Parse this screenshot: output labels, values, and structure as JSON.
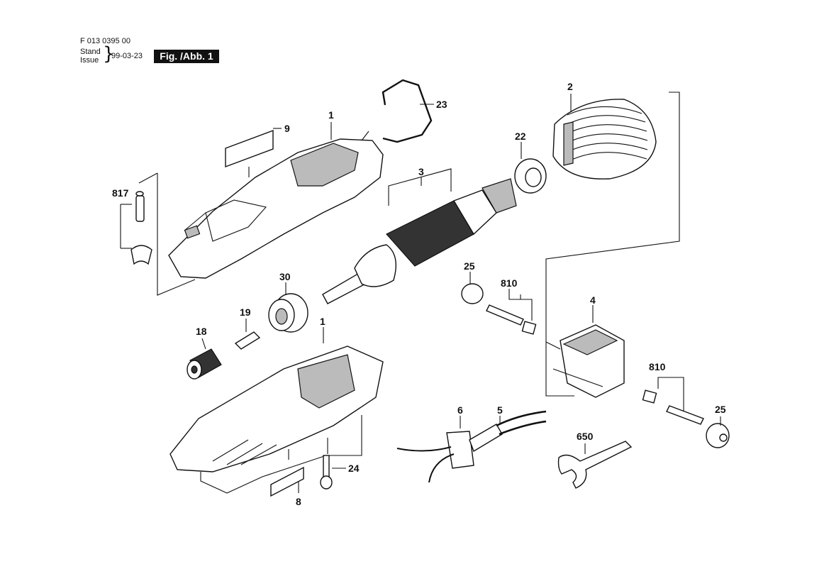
{
  "header": {
    "doc_number": "F 013 0395 00",
    "stand_label": "Stand",
    "issue_label": "Issue",
    "brace": "}",
    "date": "99-03-23",
    "figure_badge": "Fig. /Abb. 1"
  },
  "callouts": {
    "c1_top": "1",
    "c2": "2",
    "c3": "3",
    "c4": "4",
    "c5": "5",
    "c6": "6",
    "c8": "8",
    "c9": "9",
    "c18": "18",
    "c19": "19",
    "c1_bottom": "1",
    "c22": "22",
    "c23": "23",
    "c24": "24",
    "c25_upper": "25",
    "c25_lower": "25",
    "c30": "30",
    "c650": "650",
    "c810_upper": "810",
    "c810_lower": "810",
    "c817": "817"
  }
}
